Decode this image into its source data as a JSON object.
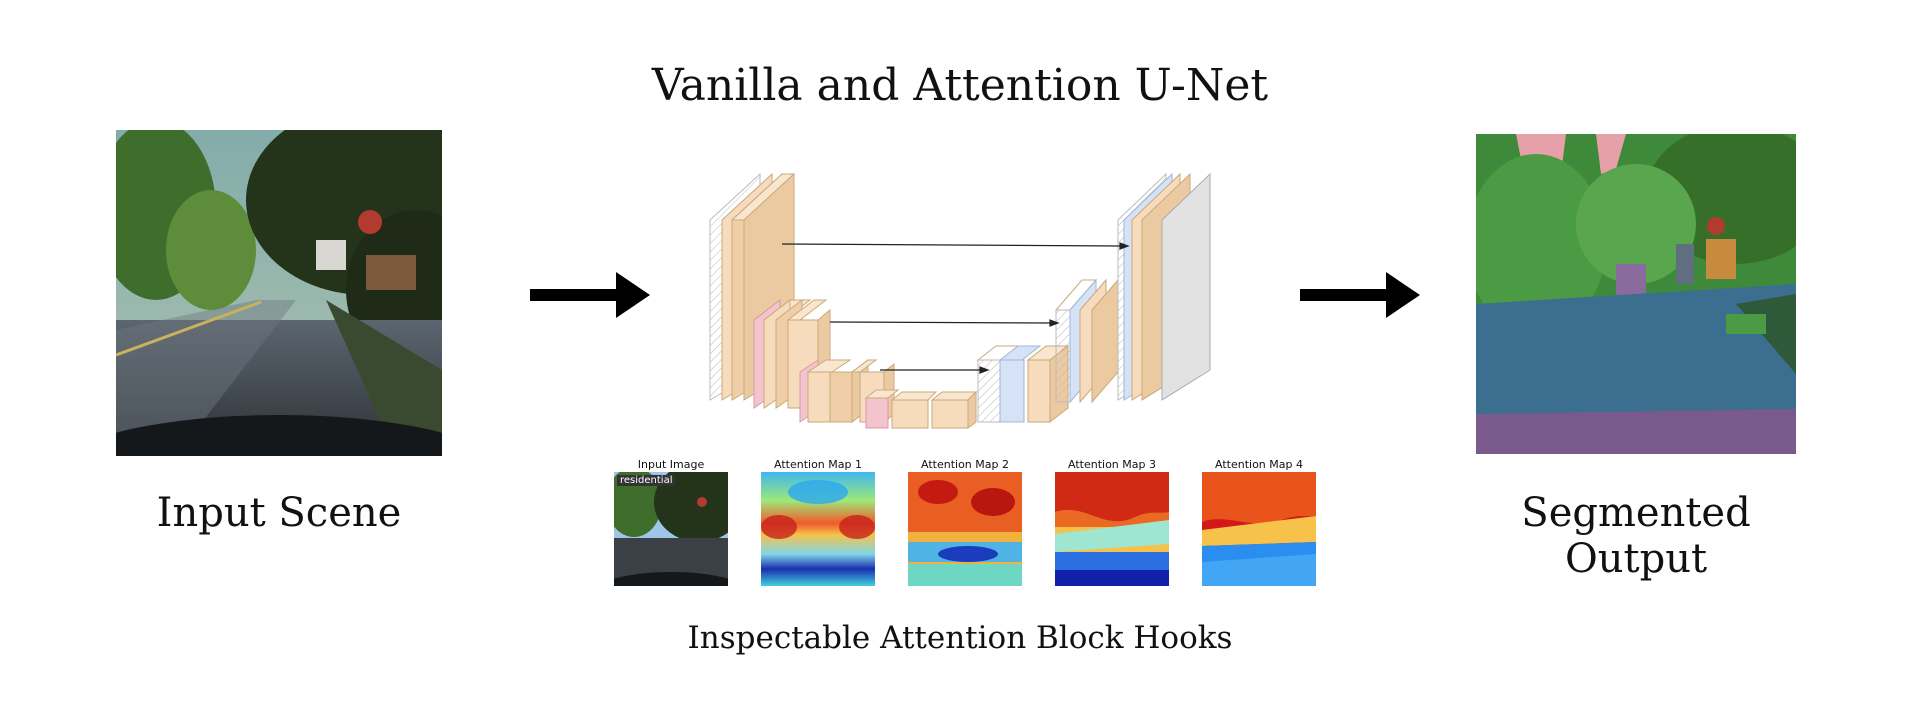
{
  "title": "Vanilla and Attention U-Net",
  "input_caption": "Input Scene",
  "output_caption": "Segmented Output",
  "hooks_caption": "Inspectable Attention Block Hooks",
  "thumbnails": [
    {
      "label": "Input Image",
      "badge": "residential",
      "kind": "photo"
    },
    {
      "label": "Attention Map 1",
      "kind": "attention-1"
    },
    {
      "label": "Attention Map 2",
      "kind": "attention-2"
    },
    {
      "label": "Attention Map 3",
      "kind": "attention-3"
    },
    {
      "label": "Attention Map 4",
      "kind": "attention-4"
    }
  ],
  "colors": {
    "encoder_block": "#f6dcbc",
    "attention_block": "#f3c4cb",
    "decoder_block": "#d6e3f7",
    "output_block": "#e2e2e2",
    "road": "#3b6e8f",
    "vegetation": "#3f8a3a",
    "car_hood": "#7a5a8c",
    "sky": "#e6a0a8"
  }
}
